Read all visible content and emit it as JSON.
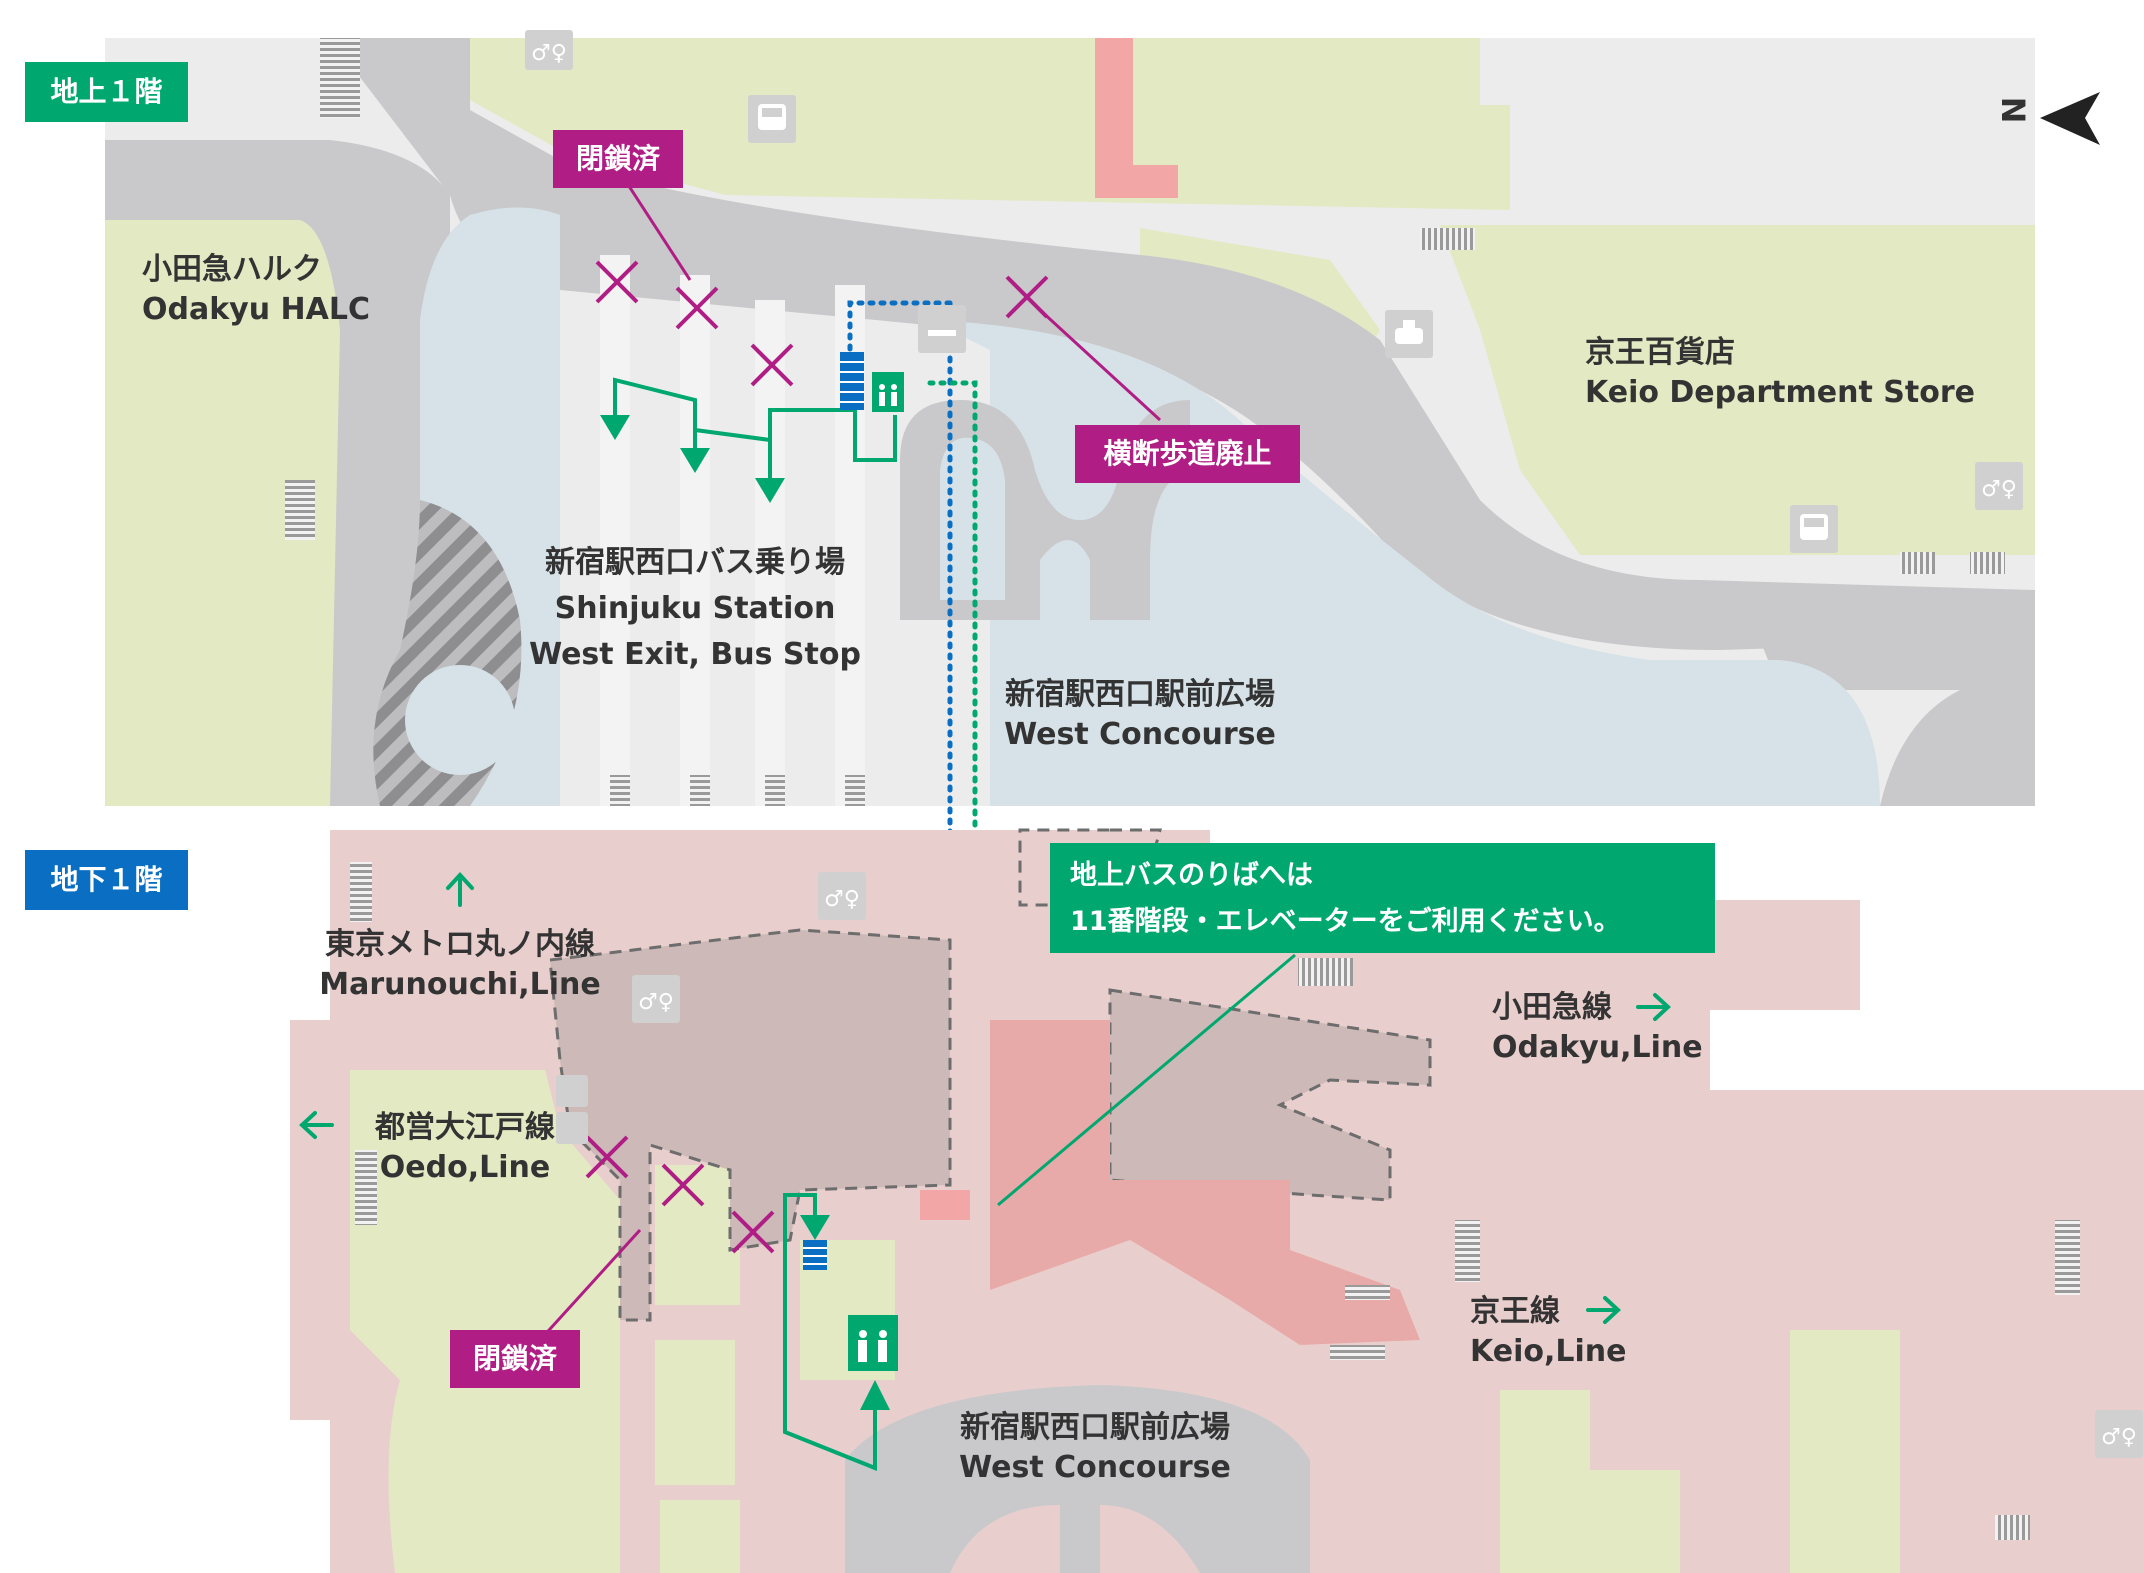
{
  "colors": {
    "green_accent": "#00a870",
    "blue_route": "#0a6fc2",
    "closed_magenta": "#b01e85",
    "road_gray": "#c9c9cb",
    "water_blue": "#d6e2e7",
    "building_green": "#e3e9c3",
    "underground_pink": "#e8cfcd"
  },
  "floors": {
    "ground": "地上１階",
    "basement": "地下１階"
  },
  "closed_labels": {
    "ground": "閉鎖済",
    "crosswalk": "横断歩道廃止",
    "basement": "閉鎖済"
  },
  "places": {
    "odakyu_halc": {
      "ja": "小田急ハルク",
      "en": "Odakyu HALC"
    },
    "keio_dept": {
      "ja": "京王百貨店",
      "en": "Keio Department Store"
    },
    "bus_stop": {
      "ja": "新宿駅西口バス乗り場",
      "en1": "Shinjuku Station",
      "en2": "West Exit, Bus Stop"
    },
    "west_concourse_upper": {
      "ja": "新宿駅西口駅前広場",
      "en": "West Concourse"
    },
    "west_concourse_lower": {
      "ja": "新宿駅西口駅前広場",
      "en": "West Concourse"
    },
    "marunouchi": {
      "ja": "東京メトロ丸ノ内線",
      "en": "Marunouchi,Line"
    },
    "oedo": {
      "ja": "都営大江戸線",
      "en": "Oedo,Line"
    },
    "odakyu_line": {
      "ja": "小田急線",
      "en": "Odakyu,Line"
    },
    "keio_line": {
      "ja": "京王線",
      "en": "Keio,Line"
    }
  },
  "notice": {
    "line1": "地上バスのりばへは",
    "line2": "11番階段・エレベーターをご利用ください。"
  },
  "compass": {
    "label": "N"
  },
  "icons": [
    "north-arrow-icon",
    "bus-icon",
    "taxi-icon",
    "restroom-icon",
    "elevator-icon",
    "stairs-icon",
    "direction-arrow-icon",
    "closed-x-icon"
  ]
}
